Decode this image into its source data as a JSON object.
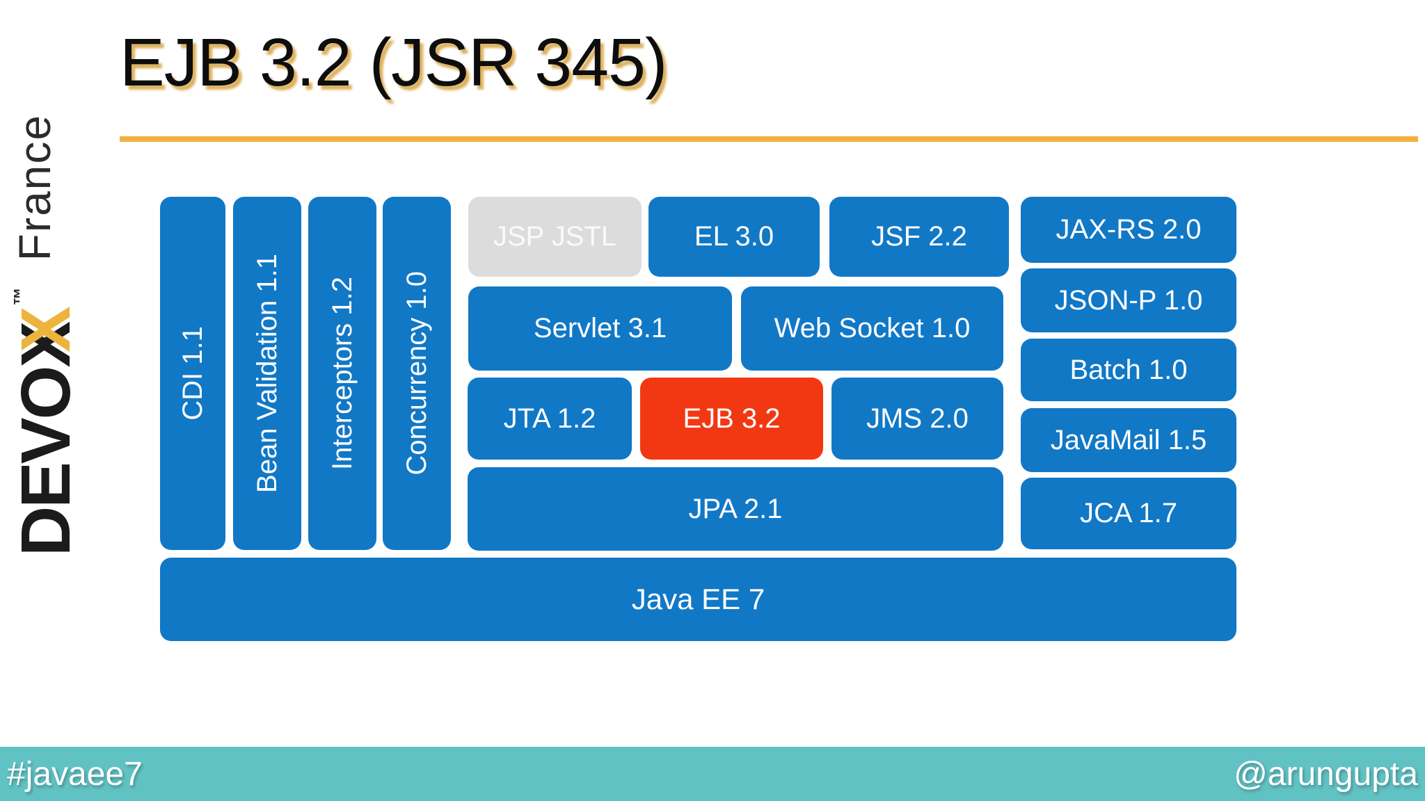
{
  "logo": {
    "brand": "DEVO",
    "x_black": "X",
    "x_yellow": "X",
    "tm": "™",
    "country": "France"
  },
  "header": {
    "title": "EJB 3.2 (JSR 345)"
  },
  "colors": {
    "box_blue": "#1178c6",
    "box_red": "#f23812",
    "box_gray": "#dcdcdc",
    "accent_line": "#f2b13e",
    "footer_teal": "#61c2c4"
  },
  "diagram": {
    "pillars": [
      {
        "label": "CDI 1.1"
      },
      {
        "label": "Bean Validation 1.1"
      },
      {
        "label": "Interceptors 1.2"
      },
      {
        "label": "Concurrency 1.0"
      }
    ],
    "web_row1": [
      {
        "label": "JSP JSTL",
        "state": "grayed-out"
      },
      {
        "label": "EL 3.0",
        "state": "normal"
      },
      {
        "label": "JSF 2.2",
        "state": "normal"
      }
    ],
    "web_row2": [
      {
        "label": "Servlet 3.1"
      },
      {
        "label": "Web Socket 1.0"
      }
    ],
    "mid_row": [
      {
        "label": "JTA 1.2",
        "state": "normal"
      },
      {
        "label": "EJB 3.2",
        "state": "highlighted-red"
      },
      {
        "label": "JMS 2.0",
        "state": "normal"
      }
    ],
    "jpa": {
      "label": "JPA 2.1"
    },
    "services": [
      {
        "label": "JAX-RS 2.0"
      },
      {
        "label": "JSON-P 1.0"
      },
      {
        "label": "Batch 1.0"
      },
      {
        "label": "JavaMail 1.5"
      },
      {
        "label": "JCA 1.7"
      }
    ],
    "platform": {
      "label": "Java EE 7"
    }
  },
  "footer": {
    "hashtag": "#javaee7",
    "handle": "@arungupta"
  }
}
